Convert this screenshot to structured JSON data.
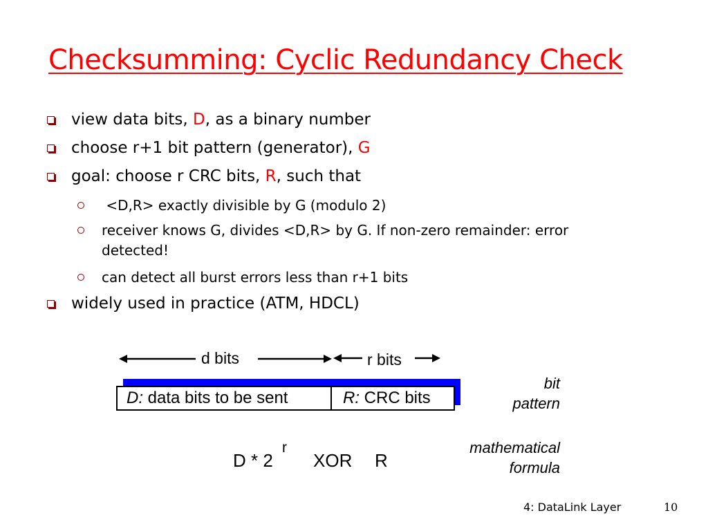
{
  "slide": {
    "title": "Checksumming: Cyclic Redundancy Check",
    "bullets": [
      {
        "pre": "view data bits, ",
        "em": "D",
        "post": ", as a binary number"
      },
      {
        "pre": "choose r+1 bit pattern (generator), ",
        "em": "G",
        "post": ""
      },
      {
        "pre": "goal: choose r CRC bits, ",
        "em": "R",
        "post": ", such that"
      }
    ],
    "sub_bullets": [
      " <D,R> exactly divisible by G (modulo 2)",
      "receiver knows G, divides <D,R> by G.  If non-zero remainder: error detected!",
      "can detect all burst errors less than r+1 bits"
    ],
    "last_bullet": "widely used in practice (ATM, HDCL)"
  },
  "diagram": {
    "d_bits_label": "d bits",
    "r_bits_label": "r bits",
    "d_prefix": "D:",
    "d_text": "data bits to be sent",
    "r_prefix": "R:",
    "r_text": "CRC bits",
    "bit_pattern_line1": "bit",
    "bit_pattern_line2": "pattern",
    "formula_base": "D * 2",
    "formula_exp": "r",
    "formula_xor": "XOR",
    "formula_r": "R",
    "math_formula_line1": "mathematical",
    "math_formula_line2": "formula"
  },
  "footer": {
    "chapter": "4: DataLink Layer",
    "page_number": "10"
  },
  "colors": {
    "title": "#ff0000",
    "emphasis": "#ff0000",
    "bullet_marker": "#8b0000",
    "bar_shadow": "#0000ff"
  }
}
